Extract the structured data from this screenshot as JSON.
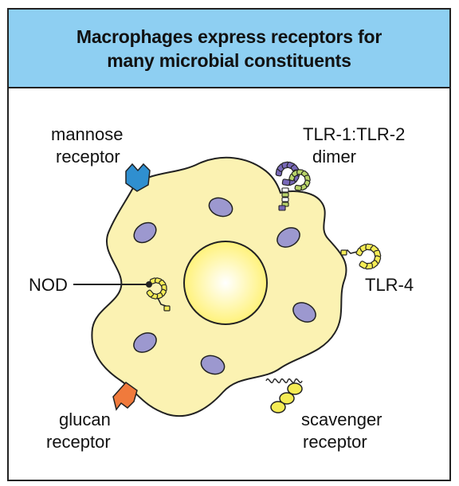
{
  "header": {
    "title_line1": "Macrophages express receptors for",
    "title_line2": "many microbial constituents"
  },
  "labels": {
    "mannose_line1": "mannose",
    "mannose_line2": "receptor",
    "tlr12_line1": "TLR-1:TLR-2",
    "tlr12_line2": "dimer",
    "nod": "NOD",
    "tlr4": "TLR-4",
    "glucan_line1": "glucan",
    "glucan_line2": "receptor",
    "scavenger_line1": "scavenger",
    "scavenger_line2": "receptor"
  },
  "colors": {
    "header_background": "#8ecff2",
    "cell_fill": "#fbf2b2",
    "nucleus_fill": "#fff27a",
    "nucleus_center": "#ffffff",
    "organelle_fill": "#9c98cf",
    "mannose_receptor": "#2f8fd0",
    "glucan_receptor": "#f07a3c",
    "receptor_yellow": "#f5ec55",
    "tlr_purple": "#7868b8",
    "tlr_green": "#b8d36a"
  }
}
